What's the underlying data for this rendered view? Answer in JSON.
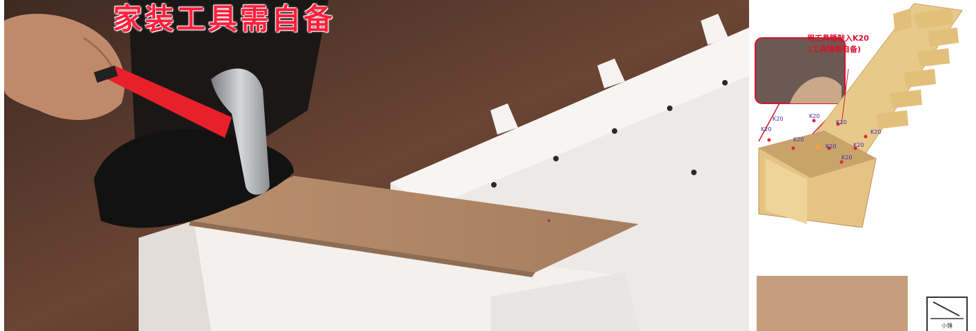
{
  "video": {
    "caption": "家装工具需自备",
    "colors": {
      "floor": "#5b3a2d",
      "box_white": "#f3f0ee",
      "board": "#b48b6b",
      "hammer_handle": "#e8202a",
      "hammer_head": "#a7a9ad"
    }
  },
  "diagram": {
    "callout_line1": "用工具锤敲入K20",
    "callout_line2": "(工具锤需自备)",
    "callout_color": "#d5142f",
    "fastener_labels": [
      "K20",
      "K20",
      "K20",
      "K20",
      "K20",
      "K20",
      "K20",
      "K20",
      "K20"
    ],
    "wood_color": "#e7c98a"
  },
  "footer": {
    "swatch_color": "#c49e7d",
    "tool_label": "小锤"
  }
}
